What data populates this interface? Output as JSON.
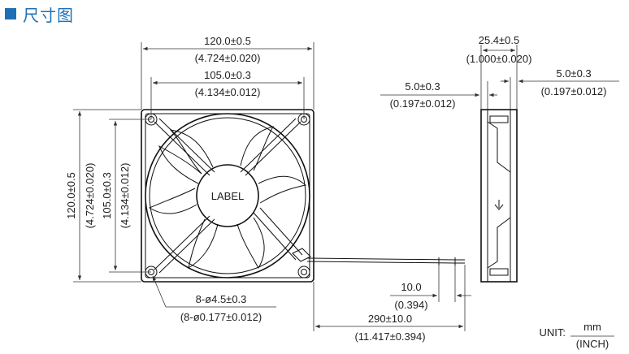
{
  "header": {
    "title": "尺寸图",
    "accent_color": "#1f6fb5",
    "icon": "square-icon"
  },
  "fan": {
    "label": "LABEL"
  },
  "dimensions": {
    "width_mm": "120.0±0.5",
    "width_in": "(4.724±0.020)",
    "hole_span_mm": "105.0±0.3",
    "hole_span_in": "(4.134±0.012)",
    "height_mm": "120.0±0.5",
    "height_in": "(4.724±0.020)",
    "hole_vspan_mm": "105.0±0.3",
    "hole_vspan_in": "(4.134±0.012)",
    "depth_mm": "25.4±0.5",
    "depth_in": "(1.000±0.020)",
    "flange_left_mm": "5.0±0.3",
    "flange_left_in": "(0.197±0.012)",
    "flange_right_mm": "5.0±0.3",
    "flange_right_in": "(0.197±0.012)",
    "holes_mm": "8-ø4.5±0.3",
    "holes_in": "(8-ø0.177±0.012)",
    "strip_mm": "10.0",
    "strip_in": "(0.394)",
    "lead_mm": "290±10.0",
    "lead_in": "(11.417±0.394)"
  },
  "unit": {
    "label": "UNIT:",
    "top": "mm",
    "bottom": "(INCH)"
  }
}
